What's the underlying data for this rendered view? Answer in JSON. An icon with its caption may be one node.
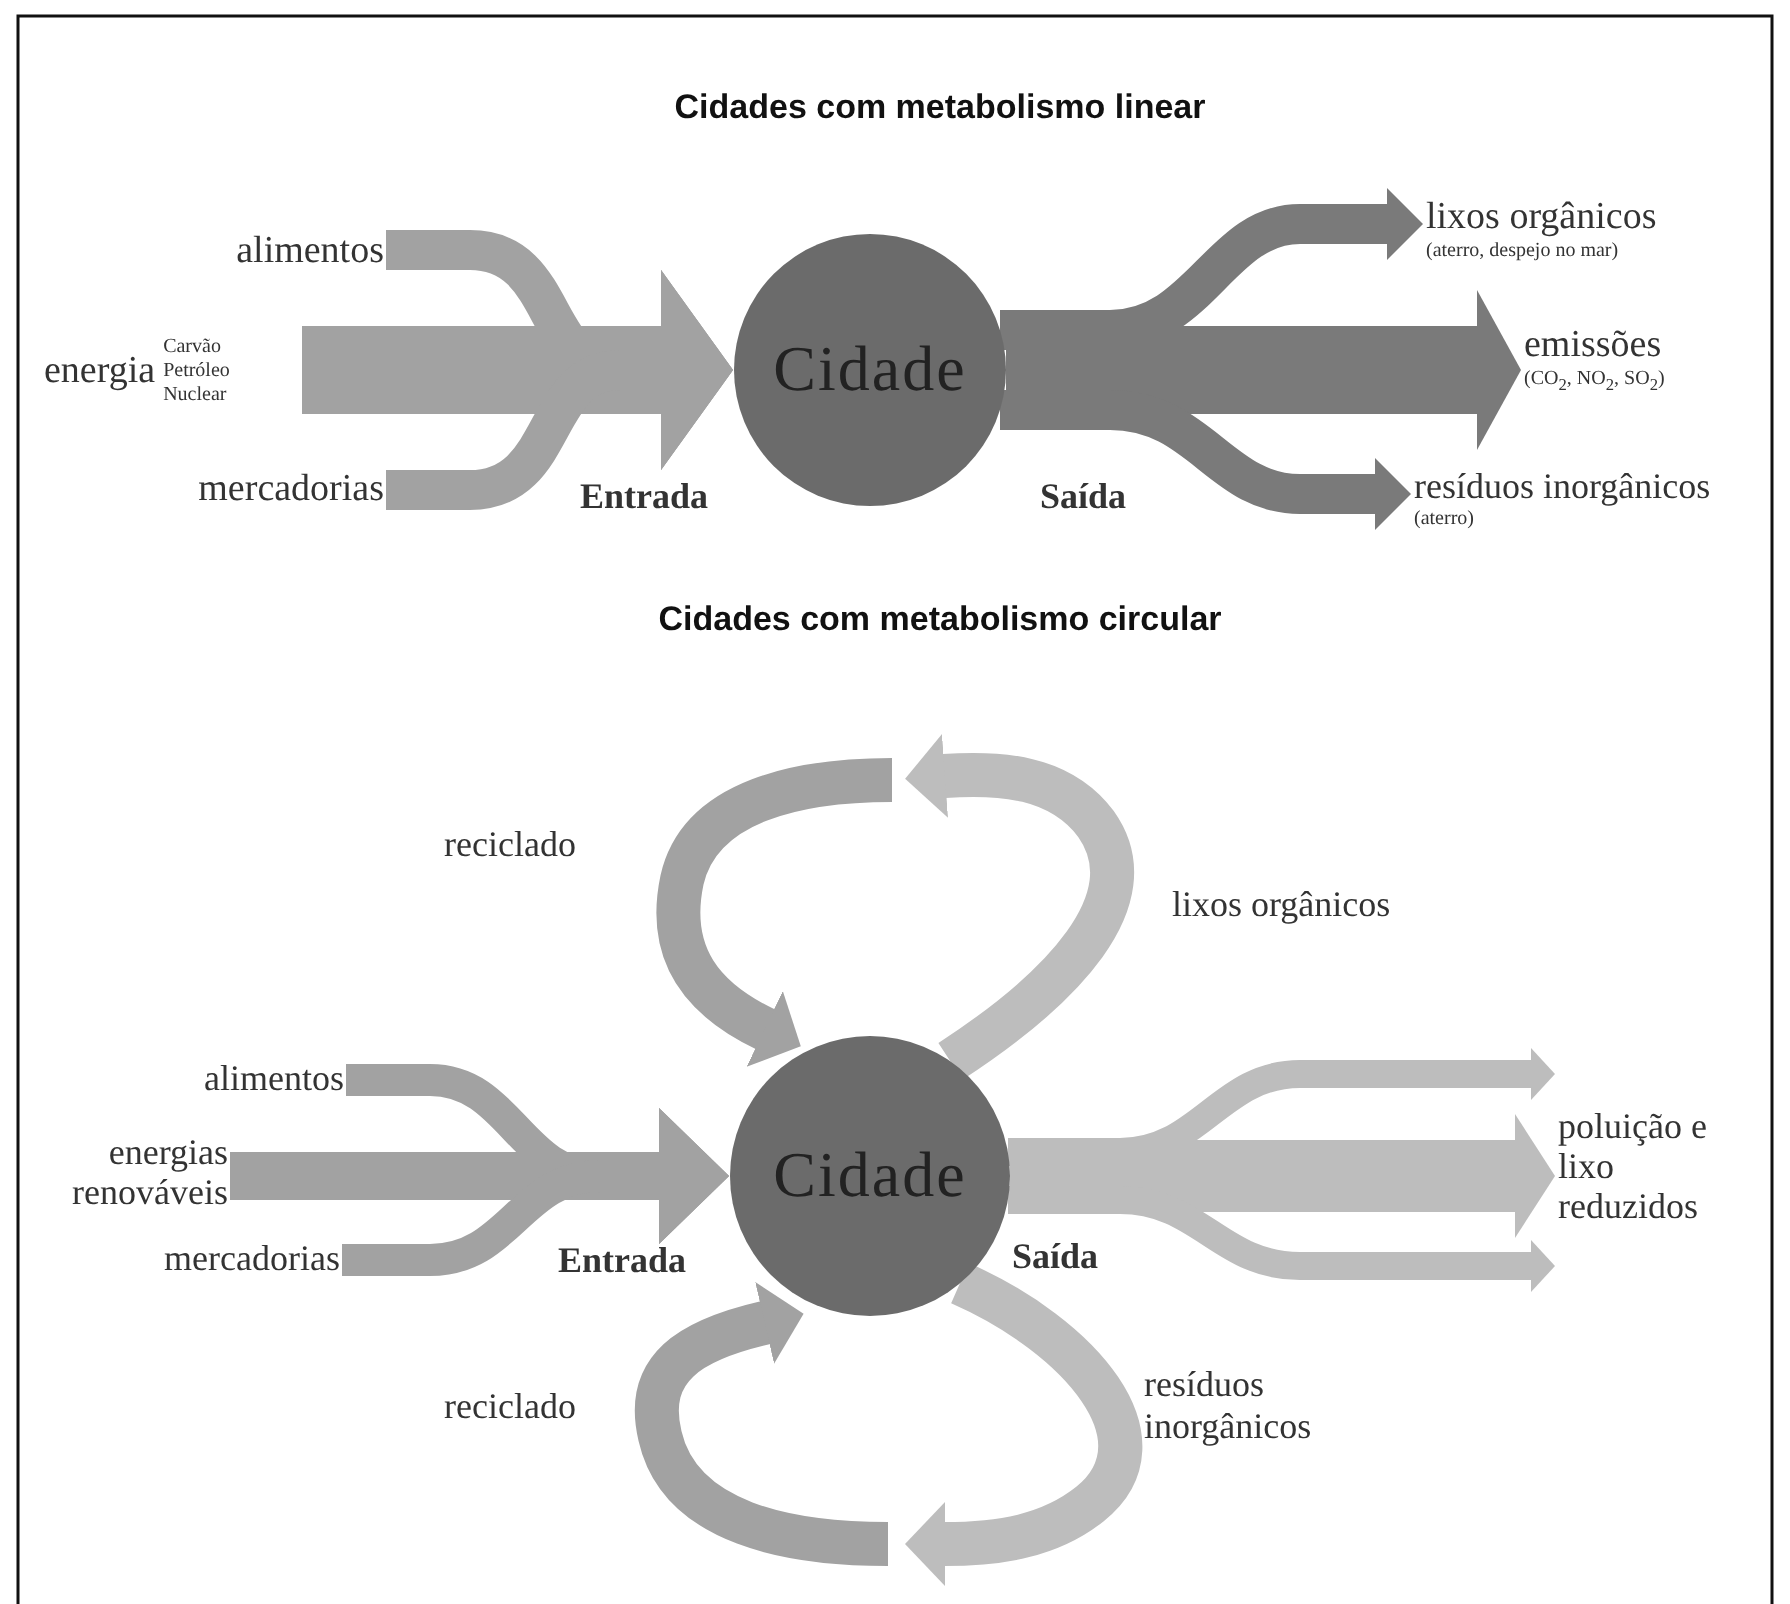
{
  "diagram": {
    "nodes": [
      {
        "text": [
          "alimentos"
        ]
      },
      {
        "text": [
          "energia",
          "Carvão Petróleo Nuclear"
        ]
      },
      {
        "text": [
          "mercadorias"
        ]
      },
      {
        "text": [
          "Cidade"
        ]
      },
      {
        "text": [
          "lixos orgânicos",
          "(aterro, despejo no mar)"
        ]
      },
      {
        "text": [
          "emissões",
          "(CO$_{2}$, NO$_{2}$, SO$_{2}$)"
        ]
      },
      {
        "text": [
          "resíduos inorgânicos",
          "(aterro)"
        ]
      },
      {
        "text": [
          "alimentos"
        ]
      },
      {
        "text": [
          "energias renováveis"
        ]
      },
      {
        "text": [
          "mercadorias"
        ]
      },
      {
        "text": [
          "Cidade"
        ]
      },
      {
        "text": [
          "poluição e lixo reduzidos"
        ]
      }
    ],
    "edges": [
      {
        "from": 0,
        "to": 3,
        "arrow": "to"
      },
      {
        "from": 1,
        "to": 3,
        "arrow": "to",
        "style": "thick"
      },
      {
        "from": 2,
        "to": 3,
        "arrow": "to"
      },
      {
        "from": 3,
        "to": 4,
        "arrow": "to",
        "color": "#7a7a7a"
      },
      {
        "from": 3,
        "to": 5,
        "arrow": "to",
        "style": "thick",
        "color": "#7a7a7a"
      },
      {
        "from": 3,
        "to": 6,
        "arrow": "to",
        "color": "#7a7a7a"
      },
      {
        "from": 7,
        "to": 10,
        "arrow": "to"
      },
      {
        "from": 8,
        "to": 10,
        "arrow": "to"
      },
      {
        "from": 9,
        "to": 10,
        "arrow": "to"
      },
      {
        "from": 10,
        "to": 11,
        "arrow": "to",
        "color": "#bdbdbd"
      },
      {
        "from": 10,
        "to": 11,
        "arrow": "to",
        "style": "thick",
        "color": "#bdbdbd"
      },
      {
        "from": 10,
        "to": 11,
        "arrow": "to",
        "color": "#bdbdbd"
      },
      {
        "from": 10,
        "to": null,
        "arrow": "to",
        "label": "lixos orgânicos",
        "color": "#bdbdbd"
      },
      {
        "from": null,
        "to": 10,
        "arrow": "to",
        "label": "reciclado"
      },
      {
        "from": 10,
        "to": null,
        "arrow": "to",
        "label": "resíduos inorgânicos",
        "color": "#bdbdbd"
      },
      {
        "from": null,
        "to": 10,
        "arrow": "to",
        "label": "reciclado"
      }
    ],
    "labels": [
      "Cidades com metabolismo linear",
      "Entrada",
      "Saída",
      "Cidades com metabolismo circular",
      "Entrada",
      "Saída"
    ]
  }
}
